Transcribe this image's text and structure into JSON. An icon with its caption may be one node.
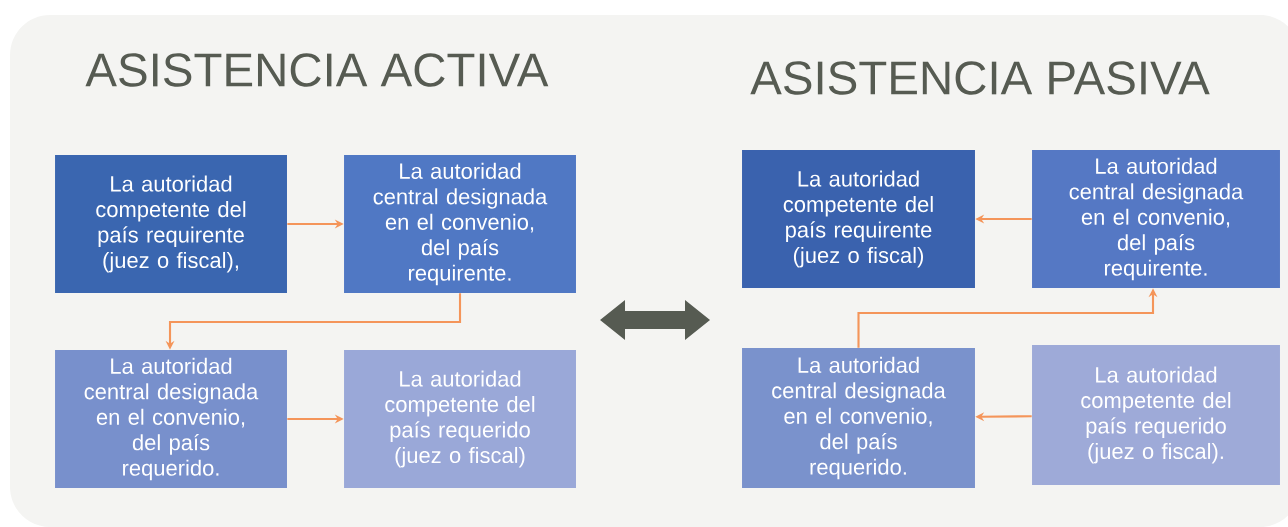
{
  "diagram": {
    "nodes": [
      {
        "text": [
          "La autoridad competente del país requirente (juez o fiscal),"
        ]
      },
      {
        "text": [
          "La autoridad central designada en el convenio, del país requirente."
        ]
      },
      {
        "text": [
          "La autoridad central designada en el convenio, del país requerido."
        ]
      },
      {
        "text": [
          "La autoridad competente del país requerido (juez o fiscal)"
        ]
      },
      {
        "text": [
          "La autoridad competente del país requirente (juez o fiscal)"
        ]
      },
      {
        "text": [
          "La autoridad central designada en el convenio, del país requirente."
        ]
      },
      {
        "text": [
          "La autoridad central designada en el convenio, del país requerido."
        ]
      },
      {
        "text": [
          "La autoridad competente del país requerido (juez o fiscal)."
        ]
      }
    ],
    "edges": [
      {
        "from": 0,
        "to": 1,
        "arrow": "to"
      },
      {
        "from": 1,
        "to": 2,
        "arrow": "to"
      },
      {
        "from": 2,
        "to": 3,
        "arrow": "to"
      },
      {
        "from": 7,
        "to": 6,
        "arrow": "to"
      },
      {
        "from": 6,
        "to": 5,
        "arrow": "to"
      },
      {
        "from": 5,
        "to": 4,
        "arrow": "to"
      }
    ],
    "labels": [
      "ASISTENCIA ACTIVA",
      "ASISTENCIA PASIVA"
    ]
  }
}
